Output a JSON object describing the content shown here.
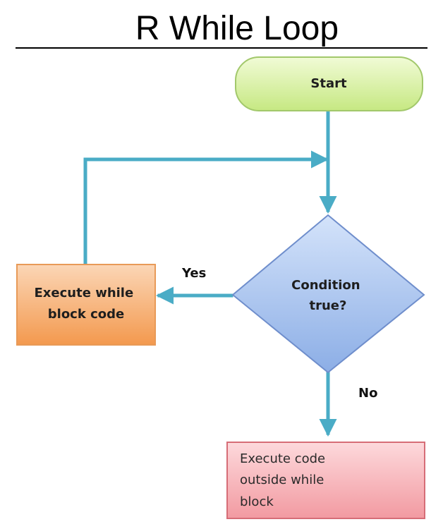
{
  "diagram": {
    "title": "R While Loop",
    "nodes": {
      "start": {
        "label": "Start"
      },
      "condition": {
        "lines": [
          "Condition",
          "true?"
        ]
      },
      "loop_body": {
        "lines": [
          "Execute while",
          "block code"
        ]
      },
      "exit": {
        "lines": [
          "Execute code",
          "outside while",
          "block"
        ]
      }
    },
    "edges": {
      "yes_label": "Yes",
      "no_label": "No"
    },
    "colors": {
      "connector": "#4aacc6",
      "start_fill": "#d7f0a3",
      "condition_fill": "#a9c4ee",
      "loop_body_fill": "#f7b47d",
      "exit_fill": "#f7b0b5"
    }
  }
}
